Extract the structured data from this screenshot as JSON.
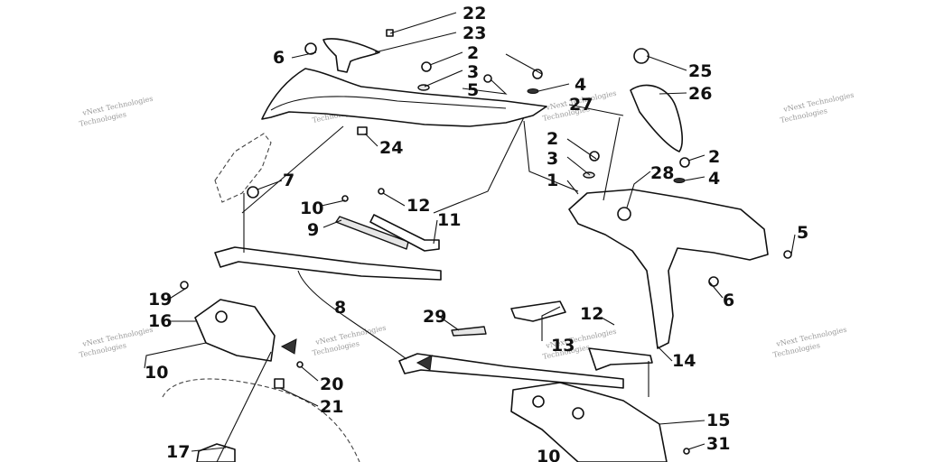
{
  "callouts": [
    {
      "id": "c22",
      "text": "22"
    },
    {
      "id": "c23",
      "text": "23"
    },
    {
      "id": "c6a",
      "text": "6"
    },
    {
      "id": "c2a",
      "text": "2"
    },
    {
      "id": "c3a",
      "text": "3"
    },
    {
      "id": "c5a",
      "text": "5"
    },
    {
      "id": "c4a",
      "text": "4"
    },
    {
      "id": "c27",
      "text": "27"
    },
    {
      "id": "c25",
      "text": "25"
    },
    {
      "id": "c26",
      "text": "26"
    },
    {
      "id": "c24",
      "text": "24"
    },
    {
      "id": "c2b",
      "text": "2"
    },
    {
      "id": "c3b",
      "text": "3"
    },
    {
      "id": "c1",
      "text": "1"
    },
    {
      "id": "c28",
      "text": "28"
    },
    {
      "id": "c2c",
      "text": "2"
    },
    {
      "id": "c4b",
      "text": "4"
    },
    {
      "id": "c7",
      "text": "7"
    },
    {
      "id": "c10a",
      "text": "10"
    },
    {
      "id": "c12a",
      "text": "12"
    },
    {
      "id": "c11",
      "text": "11"
    },
    {
      "id": "c9",
      "text": "9"
    },
    {
      "id": "c5b",
      "text": "5"
    },
    {
      "id": "c6b",
      "text": "6"
    },
    {
      "id": "c19",
      "text": "19"
    },
    {
      "id": "c16",
      "text": "16"
    },
    {
      "id": "c8",
      "text": "8"
    },
    {
      "id": "c29",
      "text": "29"
    },
    {
      "id": "c12b",
      "text": "12"
    },
    {
      "id": "c13",
      "text": "13"
    },
    {
      "id": "c14",
      "text": "14"
    },
    {
      "id": "c10b",
      "text": "10"
    },
    {
      "id": "c20",
      "text": "20"
    },
    {
      "id": "c21",
      "text": "21"
    },
    {
      "id": "c15",
      "text": "15"
    },
    {
      "id": "c31",
      "text": "31"
    },
    {
      "id": "c17",
      "text": "17"
    },
    {
      "id": "c10c",
      "text": "10"
    }
  ],
  "watermark": [
    "vNext Technologies",
    "Technologies"
  ]
}
